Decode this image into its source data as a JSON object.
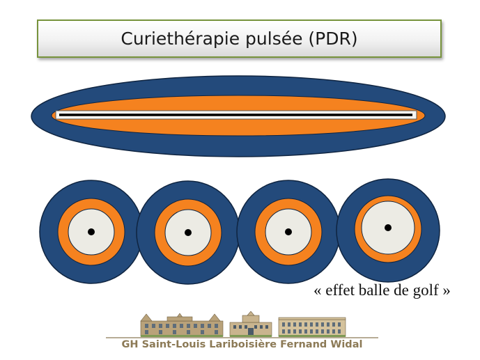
{
  "title": "Curiethérapie pulsée (PDR)",
  "caption": "« effet balle de golf »",
  "logo": {
    "text": "GH Saint-Louis Lariboisière Fernand Widal",
    "icon": "hospital-buildings-icon"
  },
  "colors": {
    "outer": "#234a7b",
    "middle": "#f5821f",
    "inner": "#ecebe4",
    "dot": "#000000",
    "title_border": "#77933c",
    "logo_text": "#8c7a56"
  }
}
